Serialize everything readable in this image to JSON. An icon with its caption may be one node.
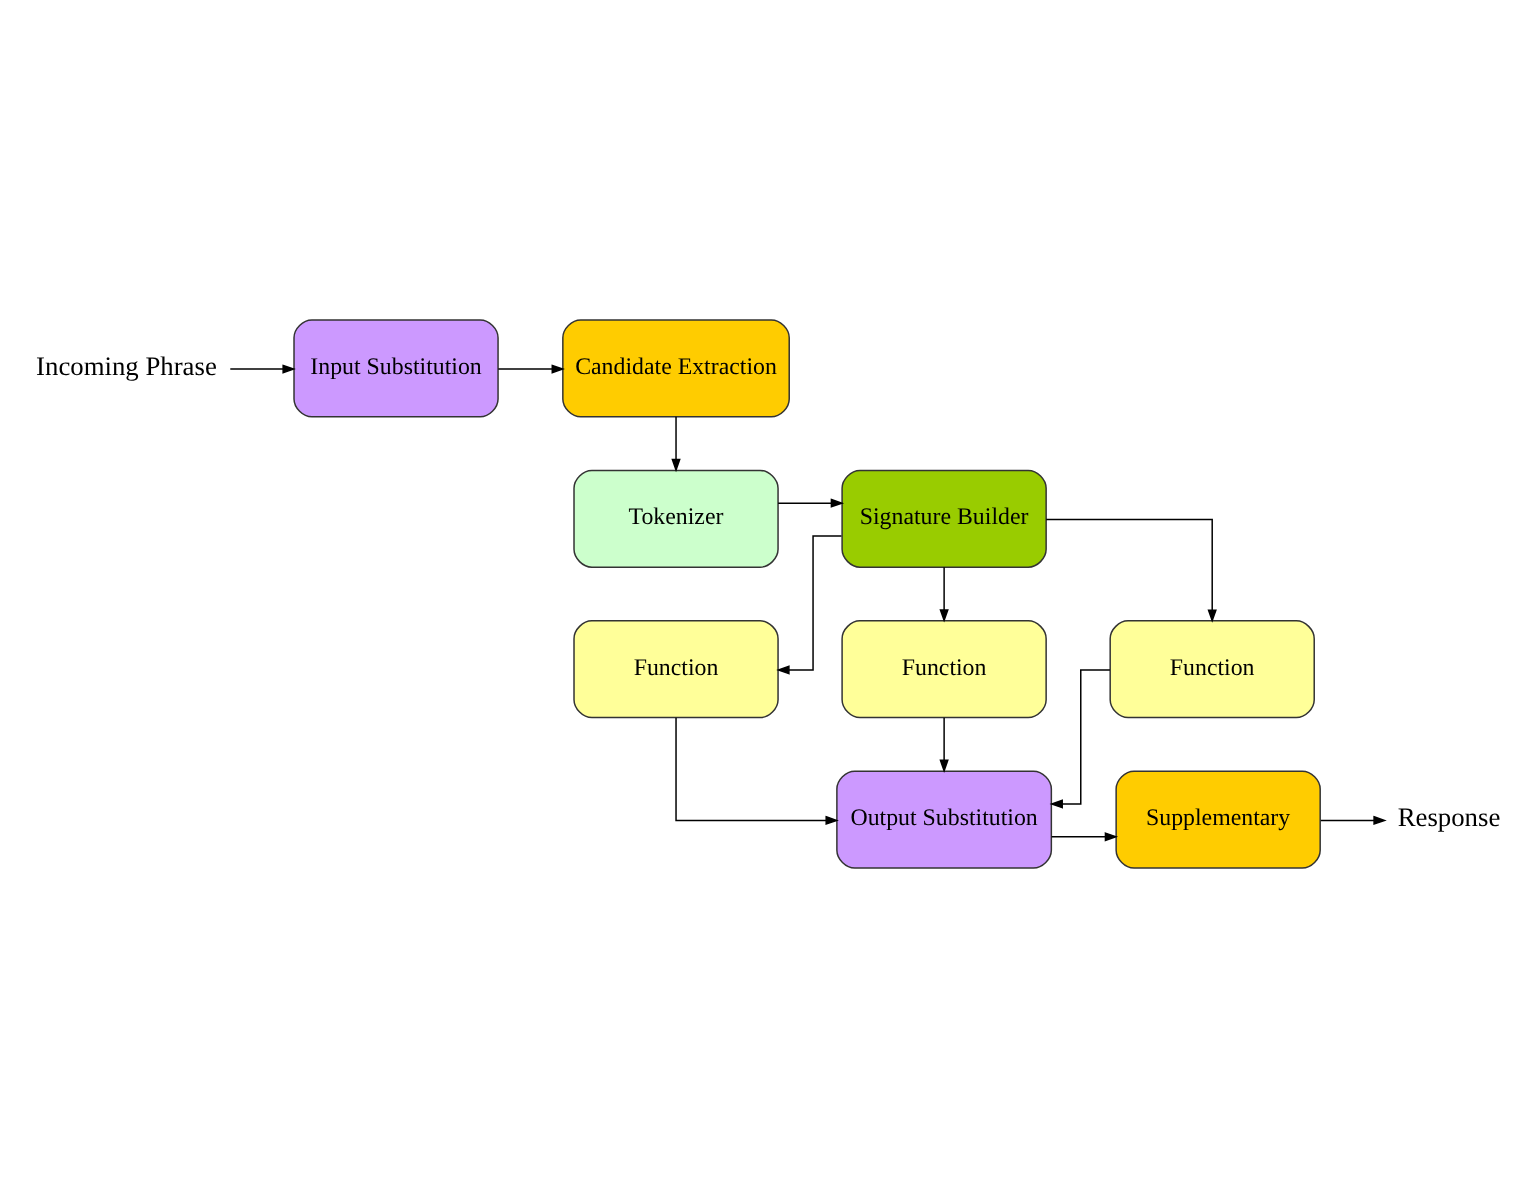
{
  "diagram": {
    "nodes": [
      {
        "text": [
          "Incoming Phrase"
        ]
      },
      {
        "text": [
          "Input Substitution"
        ]
      },
      {
        "text": [
          "Candidate Extraction"
        ]
      },
      {
        "text": [
          "Signature Builder"
        ]
      },
      {
        "text": [
          "Tokenizer"
        ]
      },
      {
        "text": [
          "Function"
        ]
      },
      {
        "text": [
          "Function"
        ]
      },
      {
        "text": [
          "Function"
        ]
      },
      {
        "text": [
          "Output Substitution"
        ]
      },
      {
        "text": [
          "Supplementary"
        ]
      },
      {
        "text": [
          "Response"
        ]
      }
    ],
    "edges": [
      {
        "from": 0,
        "to": 1,
        "arrow": "to"
      },
      {
        "from": 1,
        "to": 2,
        "arrow": "to"
      },
      {
        "from": 2,
        "to": 4,
        "arrow": "to"
      },
      {
        "from": 4,
        "to": 3,
        "arrow": "to"
      },
      {
        "from": 3,
        "to": 5,
        "arrow": "to"
      },
      {
        "from": 3,
        "to": 6,
        "arrow": "to"
      },
      {
        "from": 3,
        "to": 7,
        "arrow": "to"
      },
      {
        "from": 5,
        "to": 8,
        "arrow": "to"
      },
      {
        "from": 6,
        "to": 8,
        "arrow": "to"
      },
      {
        "from": 7,
        "to": 8,
        "arrow": "to"
      },
      {
        "from": 8,
        "to": 9,
        "arrow": "to"
      },
      {
        "from": 9,
        "to": 10,
        "arrow": "to"
      }
    ]
  }
}
